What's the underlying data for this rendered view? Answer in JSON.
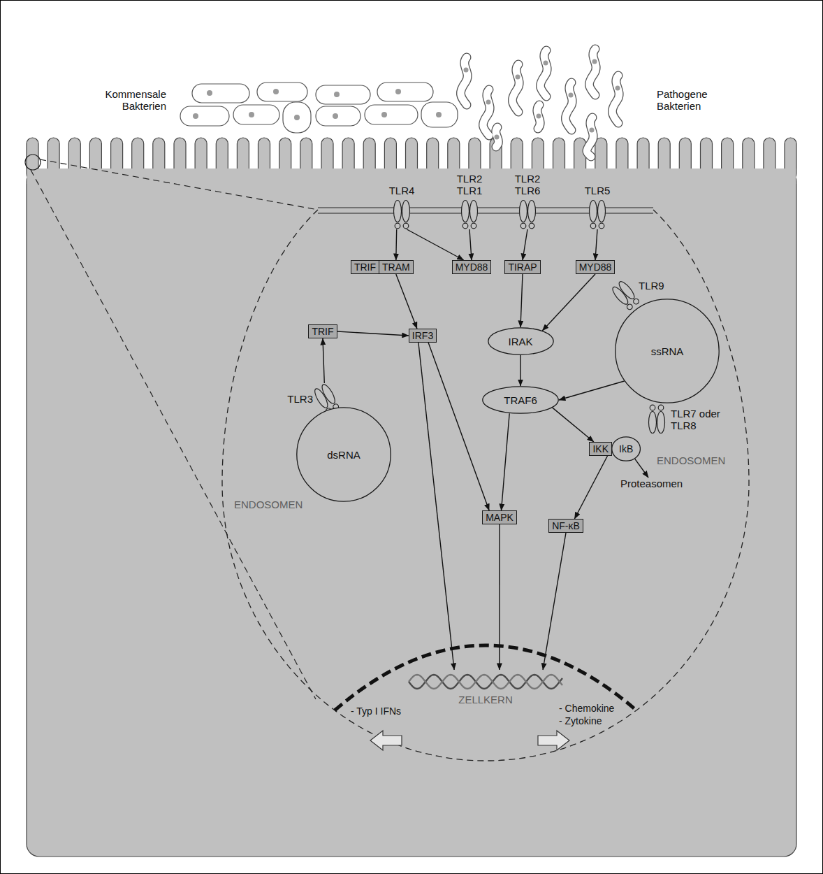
{
  "diagram": {
    "nodes": [
      {
        "text": [
          "TLR4"
        ]
      },
      {
        "text": [
          "TLR2 TLR1"
        ]
      },
      {
        "text": [
          "TLR2 TLR6"
        ]
      },
      {
        "text": [
          "TLR5"
        ]
      },
      {
        "text": [
          "TRIF"
        ]
      },
      {
        "text": [
          "TRAM"
        ]
      },
      {
        "text": [
          "MYD88"
        ]
      },
      {
        "text": [
          "TIRAP"
        ]
      },
      {
        "text": [
          "MYD88"
        ]
      },
      {
        "text": [
          "TLR9"
        ]
      },
      {
        "text": [
          "TRIF"
        ]
      },
      {
        "text": [
          "IRF3"
        ]
      },
      {
        "text": [
          "IRAK"
        ]
      },
      {
        "text": [
          "ssRNA",
          "ENDOSOMEN"
        ]
      },
      {
        "text": [
          "TLR3"
        ]
      },
      {
        "text": [
          "TRAF6"
        ]
      },
      {
        "text": [
          "TLR7 oder TLR8"
        ]
      },
      {
        "text": [
          "dsRNA",
          "ENDOSOMEN"
        ]
      },
      {
        "text": [
          "IKK"
        ]
      },
      {
        "text": [
          "IkB"
        ]
      },
      {
        "text": [
          "Proteasomen"
        ]
      },
      {
        "text": [
          "MAPK"
        ]
      },
      {
        "text": [
          "NF-κB"
        ]
      },
      {
        "text": [
          "ZELLKERN"
        ]
      }
    ],
    "edges": [
      {
        "from": 0,
        "to": 5,
        "arrow": "to"
      },
      {
        "from": 0,
        "to": 6,
        "arrow": "to"
      },
      {
        "from": 1,
        "to": 6,
        "arrow": "to"
      },
      {
        "from": 2,
        "to": 7,
        "arrow": "to"
      },
      {
        "from": 3,
        "to": 8,
        "arrow": "to"
      },
      {
        "from": 5,
        "to": 11,
        "arrow": "to"
      },
      {
        "from": 14,
        "to": 10,
        "arrow": "to"
      },
      {
        "from": 10,
        "to": 11,
        "arrow": "to"
      },
      {
        "from": 7,
        "to": 12,
        "arrow": "to"
      },
      {
        "from": 8,
        "to": 12,
        "arrow": "to"
      },
      {
        "from": 12,
        "to": 15,
        "arrow": "to"
      },
      {
        "from": 13,
        "to": 15,
        "arrow": "to"
      },
      {
        "from": 11,
        "to": 23,
        "arrow": "to"
      },
      {
        "from": 11,
        "to": 21,
        "arrow": "to"
      },
      {
        "from": 15,
        "to": 21,
        "arrow": "to"
      },
      {
        "from": 15,
        "to": 18,
        "arrow": "to"
      },
      {
        "from": 18,
        "to": 22,
        "arrow": "to"
      },
      {
        "from": 19,
        "to": 20,
        "arrow": "to"
      },
      {
        "from": 21,
        "to": 23,
        "arrow": "to"
      },
      {
        "from": 22,
        "to": 23,
        "arrow": "to"
      }
    ],
    "labels": [
      "Kommensale Bakterien",
      "Pathogene Bakterien",
      "- Typ I IFNs",
      "- Chemokine",
      "- Zytokine"
    ]
  }
}
